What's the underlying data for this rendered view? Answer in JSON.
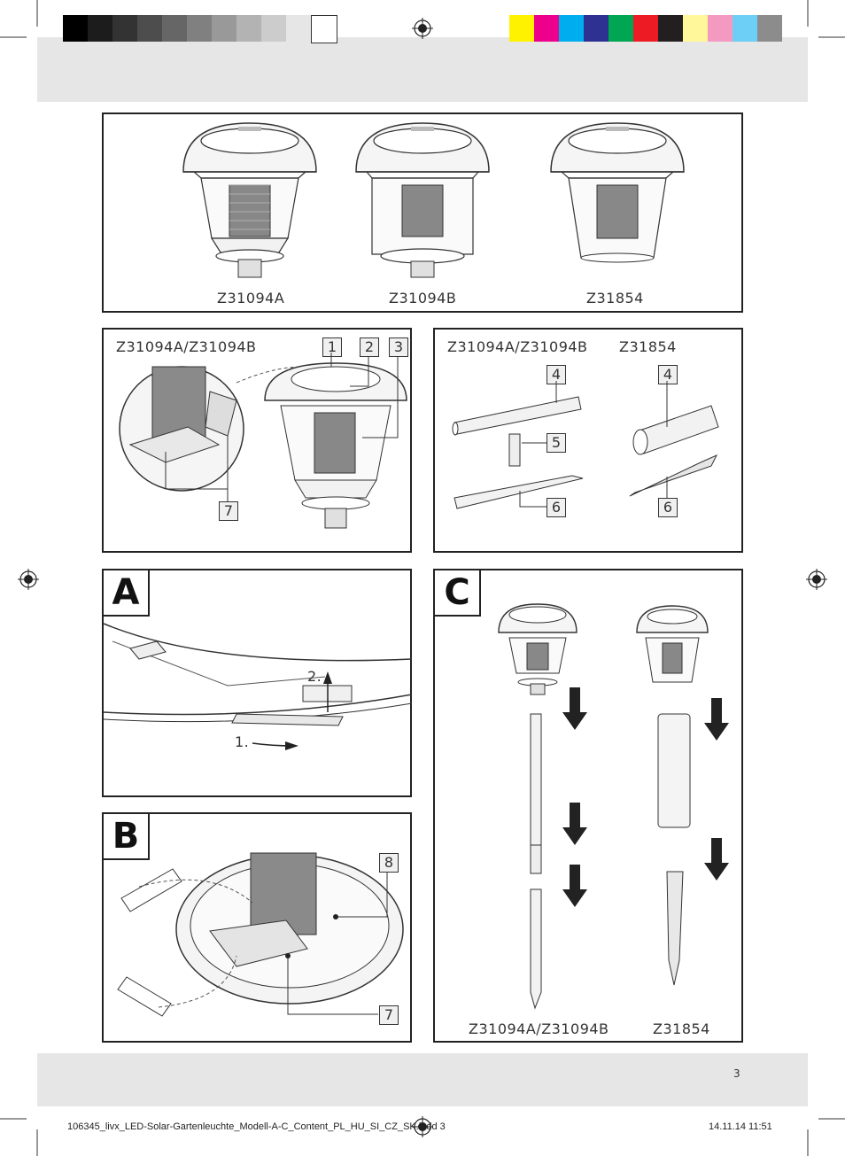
{
  "header": {
    "gray_swatches": [
      "#000000",
      "#1c1c1c",
      "#333333",
      "#4d4d4d",
      "#666666",
      "#808080",
      "#999999",
      "#b3b3b3",
      "#cccccc",
      "#e6e6e6",
      "#ffffff"
    ],
    "color_swatches": [
      "#fff200",
      "#ec008c",
      "#00aeef",
      "#2e3192",
      "#00a651",
      "#ed1c24",
      "#231f20",
      "#fff799",
      "#f49ac1",
      "#6dcff6",
      "#8c8c8c"
    ]
  },
  "top_panel": {
    "models": [
      "Z31094A",
      "Z31094B",
      "Z31854"
    ]
  },
  "parts_panel_left": {
    "title": "Z31094A/Z31094B",
    "callouts": [
      "1",
      "2",
      "3",
      "7"
    ]
  },
  "parts_panel_right": {
    "title_left": "Z31094A/Z31094B",
    "title_right": "Z31854",
    "callouts_left": [
      "4",
      "5",
      "6"
    ],
    "callouts_right": [
      "4",
      "6"
    ]
  },
  "panel_a": {
    "letter": "A",
    "step1": "1.",
    "step2": "2."
  },
  "panel_b": {
    "letter": "B",
    "callouts": [
      "8",
      "7"
    ]
  },
  "panel_c": {
    "letter": "C",
    "label_left": "Z31094A/Z31094B",
    "label_right": "Z31854"
  },
  "page_number": "3",
  "footer": {
    "file_name": "106345_livx_LED-Solar-Gartenleuchte_Modell-A-C_Content_PL_HU_SI_CZ_SK.indd   3",
    "date_time": "14.11.14   11:51"
  }
}
